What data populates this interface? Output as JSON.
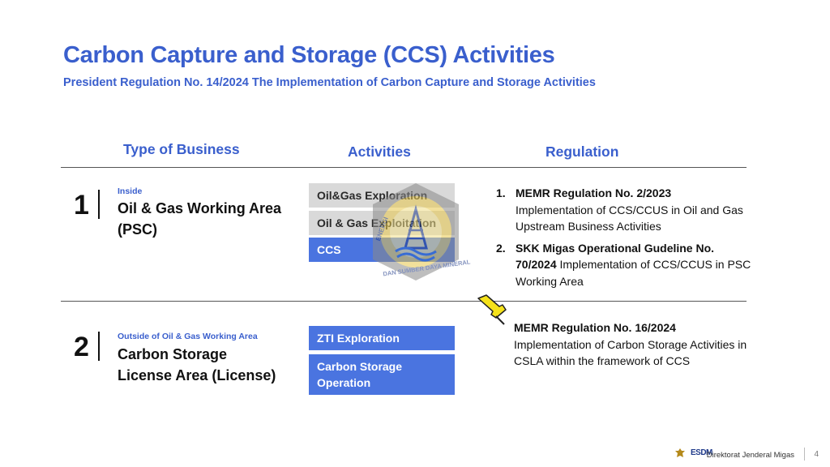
{
  "header": {
    "title": "Carbon Capture and Storage (CCS) Activities",
    "subtitle": "President Regulation No. 14/2024 The Implementation of Carbon Capture and Storage Activities"
  },
  "columns": {
    "type_of_business": "Type of Business",
    "activities": "Activities",
    "regulation": "Regulation"
  },
  "rows": [
    {
      "number": "1",
      "scope": "Inside",
      "business_line1": "Oil & Gas Working Area",
      "business_line2": "(PSC)",
      "activities": [
        "Oil&Gas Exploration",
        "Oil & Gas Exploitation",
        "CCS"
      ],
      "regulations": [
        {
          "index": "1.",
          "bold": "MEMR Regulation No. 2/2023",
          "text": "Implementation of CCS/CCUS in Oil and Gas Upstream Business Activities"
        },
        {
          "index": "2.",
          "bold": "SKK Migas Operational Gudeline No. 70/2024",
          "text": "Implementation of CCS/CCUS in PSC Working Area"
        }
      ]
    },
    {
      "number": "2",
      "scope": "Outside of Oil & Gas Working Area",
      "business_line1": "Carbon Storage",
      "business_line2": "License Area (License)",
      "activities": [
        "ZTI Exploration",
        "Carbon Storage Operation"
      ],
      "regulations": [
        {
          "bold": "MEMR Regulation No. 16/2024",
          "text": "Implementation of Carbon Storage Activities in CSLA within the framework of CCS"
        }
      ]
    }
  ],
  "watermark": {
    "text_left": "ENERGI",
    "text_bottom": "DAN SUMBER DAYA MINERAL"
  },
  "footer": {
    "logo_text": "ESDM",
    "org": "Direktorat Jenderal Migas",
    "page": "4"
  },
  "colors": {
    "accent": "#3a5fcd",
    "activity_blue": "#4a74e0",
    "activity_grey": "#d9d9d9",
    "pin_yellow": "#f5e21a"
  },
  "icons": {
    "pin": "pushpin-icon",
    "seal": "esdm-seal-watermark",
    "footer_emblem": "garuda-emblem-icon"
  }
}
